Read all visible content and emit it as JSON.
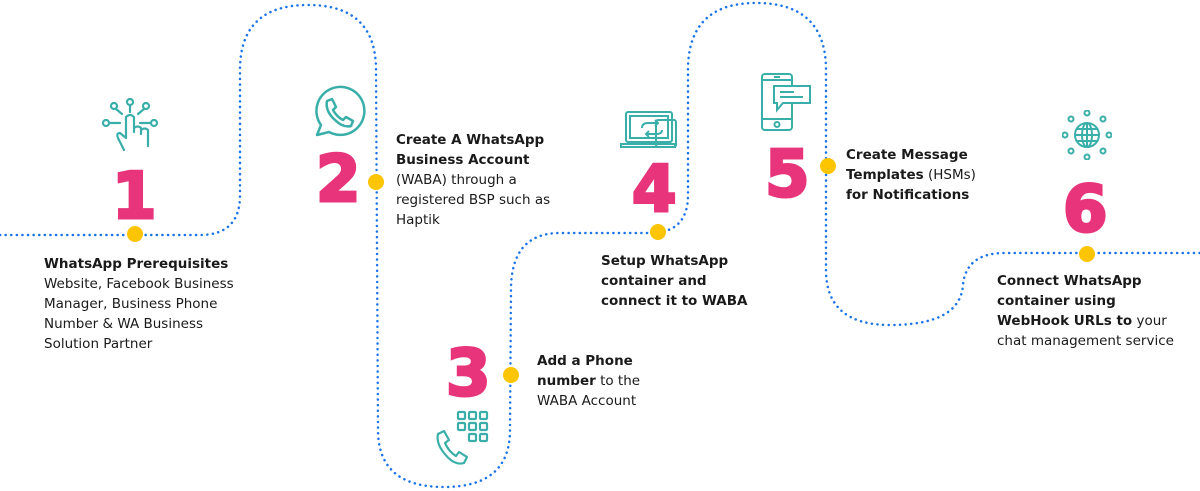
{
  "colors": {
    "number": "#e8347a",
    "dot": "#fcc500",
    "path": "#1a73e8",
    "icon": "#3aafa9"
  },
  "steps": [
    {
      "number": "1",
      "icon": "touch-network-icon",
      "bold": "WhatsApp Prerequisites",
      "normal": "Website, Facebook Business Manager, Business Phone Number & WA Business Solution Partner"
    },
    {
      "number": "2",
      "icon": "whatsapp-icon",
      "bold": "Create A WhatsApp Business Account",
      "normal": "(WABA) through a registered BSP such as Haptik"
    },
    {
      "number": "3",
      "icon": "phone-keypad-icon",
      "bold": "Add a Phone number",
      "normal": "to the WABA Account"
    },
    {
      "number": "4",
      "icon": "laptop-sync-icon",
      "bold": "Setup WhatsApp container and connect it to WABA",
      "normal": ""
    },
    {
      "number": "5",
      "icon": "mobile-chat-icon",
      "bold": "Create Message Templates",
      "normal": "(HSMs)",
      "bold2": "for Notifications"
    },
    {
      "number": "6",
      "icon": "globe-network-icon",
      "bold": "Connect WhatsApp container using WebHook URLs to",
      "normal": "your chat management service"
    }
  ]
}
